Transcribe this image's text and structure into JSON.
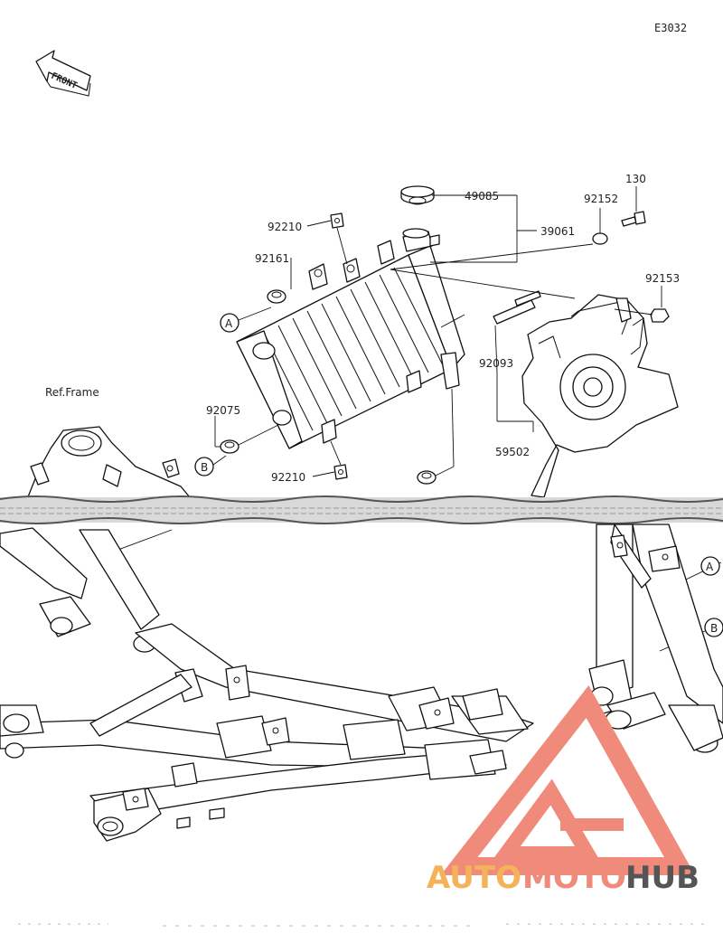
{
  "diagram_code": "E3032",
  "front_label": "FRONT",
  "ref_frame_label": "Ref.Frame",
  "callouts": {
    "A": "A",
    "B": "B"
  },
  "part_numbers": {
    "p49085": "49085",
    "p39061": "39061",
    "p92210_top": "92210",
    "p92161": "92161",
    "p92075": "92075",
    "p92210_bottom": "92210",
    "p130": "130",
    "p92152": "92152",
    "p92153": "92153",
    "p92093": "92093",
    "p59502": "59502"
  },
  "watermark": {
    "text_auto": "AUTO",
    "text_moto": "MOTO",
    "text_hub": "HUB",
    "color_primary": "#f08a7a",
    "color_secondary": "#f4b25a",
    "color_dark": "#555555"
  }
}
